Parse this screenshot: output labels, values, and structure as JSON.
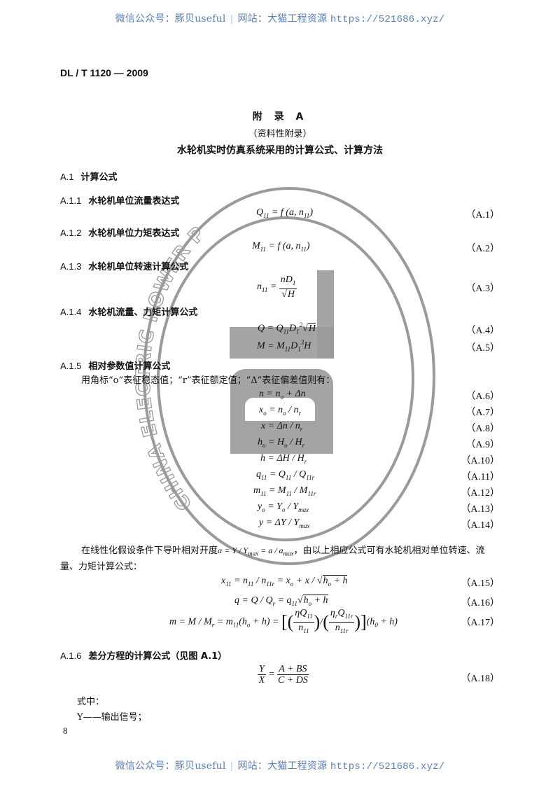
{
  "watermark_bar": {
    "wechat_label": "微信公众号：豚贝useful",
    "separator": "|",
    "site_label": "网站：大猫工程资源",
    "url": "https://521686.xyz/"
  },
  "document": {
    "standard_code": "DL / T 1120 — 2009",
    "annex_title": "附 录 A",
    "annex_type": "（资料性附录）",
    "annex_heading": "水轮机实时仿真系统采用的计算公式、计算方法",
    "page_number": "8"
  },
  "stamp": {
    "text": "CHINA ELECTRIC POWER PRESS",
    "color": "#9a9a9a"
  },
  "sections": [
    {
      "num": "A.1",
      "title": "计算公式"
    },
    {
      "num": "A.1.1",
      "title": "水轮机单位流量表达式"
    },
    {
      "num": "A.1.2",
      "title": "水轮机单位力矩表达式"
    },
    {
      "num": "A.1.3",
      "title": "水轮机单位转速计算公式"
    },
    {
      "num": "A.1.4",
      "title": "水轮机流量、力矩计算公式"
    },
    {
      "num": "A.1.5",
      "title": "相对参数值计算公式"
    },
    {
      "num": "A.1.6",
      "title": "差分方程的计算公式（见图 A.1）"
    }
  ],
  "paragraphs": {
    "relative_intro": "用角标“o”表征稳态值；“r”表征额定值；“Δ”表征偏差值则有：",
    "linear_intro_1": "在线性化假设条件下导叶相对开度",
    "linear_intro_alpha": "α = Y / Ymax = a / amax",
    "linear_intro_2": "，由以上相应公式可有水轮机相对单位转速、流",
    "linear_intro_3": "量、力矩计算公式：",
    "where": "式中：",
    "y_def": "Y——输出信号；"
  },
  "equations": [
    {
      "no": "（A.1）",
      "expr": "Q11 = f(a, n11)"
    },
    {
      "no": "（A.2）",
      "expr": "M11 = f(a, n11)"
    },
    {
      "no": "（A.3）",
      "expr": "n11 = nD1 / √H"
    },
    {
      "no": "（A.4）",
      "expr": "Q = Q11 D1² √H"
    },
    {
      "no": "（A.5）",
      "expr": "M = M11 D1³ H"
    },
    {
      "no": "（A.6）",
      "expr": "n = no + Δn"
    },
    {
      "no": "（A.7）",
      "expr": "xo = no / nr"
    },
    {
      "no": "（A.8）",
      "expr": "x = Δn / nr"
    },
    {
      "no": "（A.9）",
      "expr": "ho = Ho / Hr"
    },
    {
      "no": "（A.10）",
      "expr": "h = ΔH / Hr"
    },
    {
      "no": "（A.11）",
      "expr": "q11 = Q11 / Q11r"
    },
    {
      "no": "（A.12）",
      "expr": "m11 = M11 / M11r"
    },
    {
      "no": "（A.13）",
      "expr": "yo = Yo / Ymax"
    },
    {
      "no": "（A.14）",
      "expr": "y = ΔY / Ymax"
    },
    {
      "no": "（A.15）",
      "expr": "x11 = n11 / n11r = xo + x / √(ho + h)"
    },
    {
      "no": "（A.16）",
      "expr": "q = Q / Qr = q11 √(ho + h)"
    },
    {
      "no": "（A.17）",
      "expr": "m = M / Mr = m11(ho + h) = [(ηQ11 / n11) / (ηrQ11r / n11r)](h0 + h)"
    },
    {
      "no": "（A.18）",
      "expr": "Y / X = (A + BS) / (C + DS)"
    }
  ]
}
